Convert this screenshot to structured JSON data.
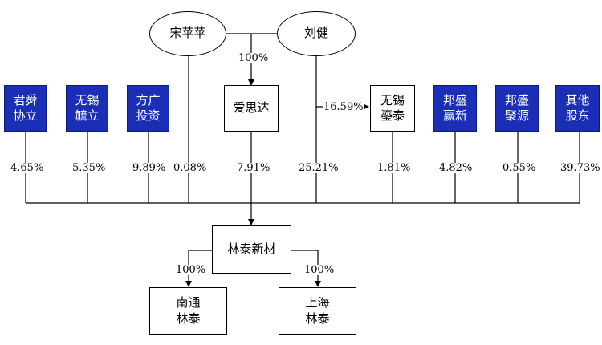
{
  "people": {
    "song": "宋苹苹",
    "liu": "刘健"
  },
  "nodes": {
    "junshun": [
      "君舜",
      "协立"
    ],
    "wuxi_liuli": [
      "无锡",
      "毓立"
    ],
    "fangguang": [
      "方广",
      "投资"
    ],
    "aisida": [
      "爱思达"
    ],
    "wuxi_luntai": [
      "无锡",
      "鎏泰"
    ],
    "bangsheng_yingxin": [
      "邦盛",
      "赢新"
    ],
    "bangsheng_juyuan": [
      "邦盛",
      "聚源"
    ],
    "other": [
      "其他",
      "股东"
    ],
    "lintai": [
      "林泰新材"
    ],
    "nantong": [
      "南通",
      "林泰"
    ],
    "shanghai": [
      "上海",
      "林泰"
    ]
  },
  "percentages": {
    "song_to_aisida": "100%",
    "liu_to_luntai": "16.59%",
    "junshun": "4.65%",
    "wuxi_liuli": "5.35%",
    "fangguang": "9.89%",
    "song": "0.08%",
    "aisida": "7.91%",
    "liu": "25.21%",
    "wuxi_luntai": "1.81%",
    "bangsheng_yingxin": "4.82%",
    "bangsheng_juyuan": "0.55%",
    "other": "39.73%",
    "to_nantong": "100%",
    "to_shanghai": "100%"
  }
}
